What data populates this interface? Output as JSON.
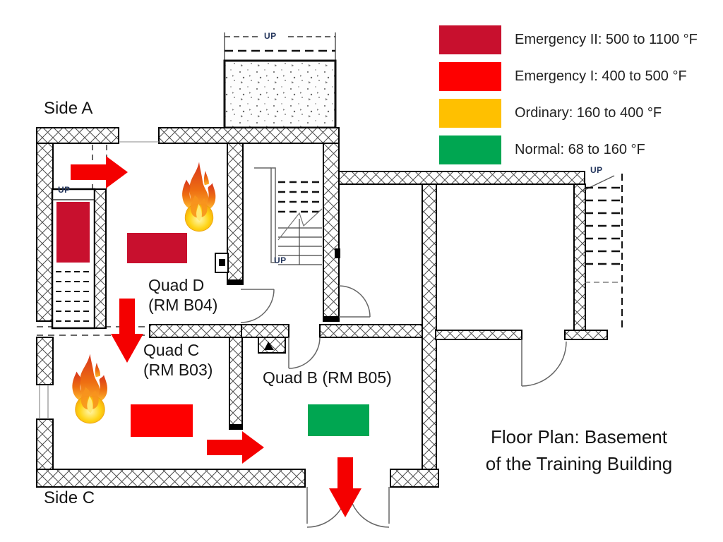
{
  "title": {
    "line1": "Floor Plan: Basement",
    "line2": "of the Training Building"
  },
  "legend": {
    "items": [
      {
        "label": "Emergency II: 500 to 1100 °F",
        "color": "#c8102e"
      },
      {
        "label": "Emergency I: 400 to 500 °F",
        "color": "#fe0000"
      },
      {
        "label": "Ordinary: 160 to 400 °F",
        "color": "#ffc000"
      },
      {
        "label": "Normal: 68 to 160 °F",
        "color": "#00a651"
      }
    ]
  },
  "labels": {
    "side_a": "Side A",
    "side_c": "Side C",
    "quad_d_name": "Quad D",
    "quad_d_room": "(RM B04)",
    "quad_c_name": "Quad C",
    "quad_c_room": "(RM B03)",
    "quad_b": "Quad B (RM B05)",
    "up": "UP"
  },
  "zones": [
    {
      "name": "Stairwell Side A",
      "level": "Emergency II",
      "color": "#c8102e"
    },
    {
      "name": "Quad D (RM B04)",
      "level": "Emergency II",
      "color": "#c8102e"
    },
    {
      "name": "Quad C (RM B03)",
      "level": "Emergency I",
      "color": "#fe0000"
    },
    {
      "name": "Quad B (RM B05)",
      "level": "Normal",
      "color": "#00a651"
    }
  ],
  "arrows": {
    "color": "#f40000"
  }
}
